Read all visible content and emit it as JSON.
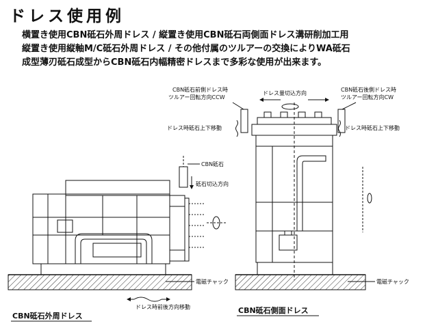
{
  "title": "ドレス使用例",
  "description": [
    "横置き使用CBN砥石外周ドレス / 縦置き使用CBN砥石両側面ドレス溝研削加工用",
    "縦置き使用縦軸M/C砥石外周ドレス / その他付属のツルアーの交換によりWA砥石",
    "成型薄刃砥石成型からCBN砥石内幅精密ドレスまで多彩な使用が出来ます。"
  ],
  "left_figure": {
    "cbn_wheel": "CBN砥石",
    "wheel_infeed": "砥石切込方向",
    "magnetic_chuck": "電磁チャック",
    "traverse": "ドレス時前後方向移動",
    "caption": "CBN砥石外周ドレス"
  },
  "right_figure": {
    "front_side": [
      "CBN砥石前側ドレス時",
      "ツルアー回転方向CCW"
    ],
    "rear_side": [
      "CBN砥石後側ドレス時",
      "ツルアー回転方向CW"
    ],
    "dress_infeed": "ドレス量切込方向",
    "left_vertical": "ドレス時砥石上下移動",
    "right_vertical": "ドレス時砥石上下移動",
    "magnetic_chuck": "電磁チャック",
    "caption": "CBN砥石側面ドレス"
  }
}
